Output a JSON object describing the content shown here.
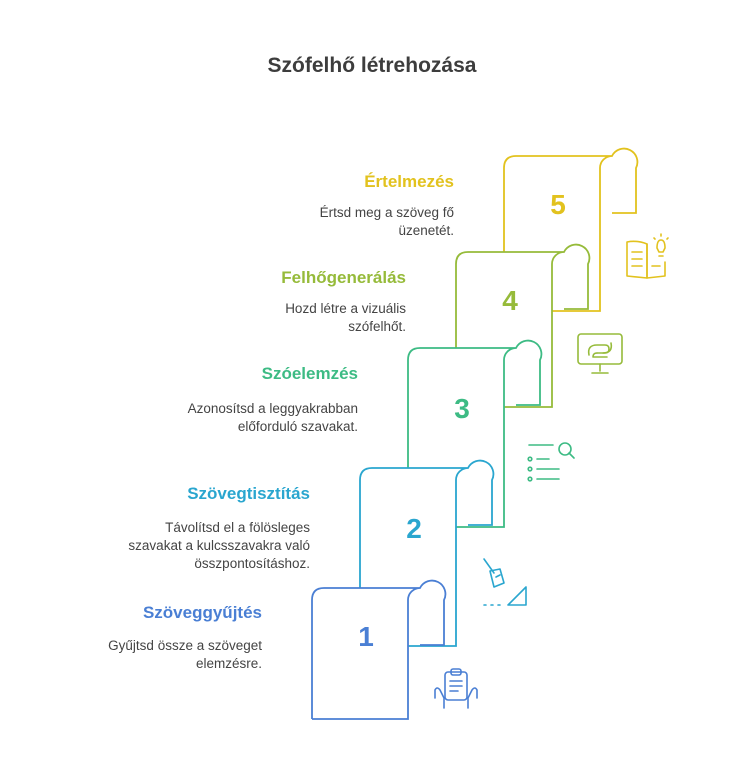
{
  "title": "Szófelhő létrehozása",
  "steps": [
    {
      "number": "1",
      "title": "Szöveggyűjtés",
      "description": "Gyűjtsd össze a szöveget elemzésre.",
      "color": "#4a7fd4",
      "icon": "clipboard-hands-icon"
    },
    {
      "number": "2",
      "title": "Szövegtisztítás",
      "description": "Távolítsd el a fölösleges szavakat a kulcsszavakra való összpontosításhoz.",
      "color": "#2aa6cf",
      "icon": "broom-icon"
    },
    {
      "number": "3",
      "title": "Szóelemzés",
      "description": "Azonosítsd a leggyakrabban előforduló szavakat.",
      "color": "#3dbb84",
      "icon": "list-search-icon"
    },
    {
      "number": "4",
      "title": "Felhőgenerálás",
      "description": "Hozd létre a vizuális szófelhőt.",
      "color": "#96bb3a",
      "icon": "monitor-cloud-icon"
    },
    {
      "number": "5",
      "title": "Értelmezés",
      "description": "Értsd meg a szöveg fő üzenetét.",
      "color": "#e2c21e",
      "icon": "book-bulb-icon"
    }
  ]
}
